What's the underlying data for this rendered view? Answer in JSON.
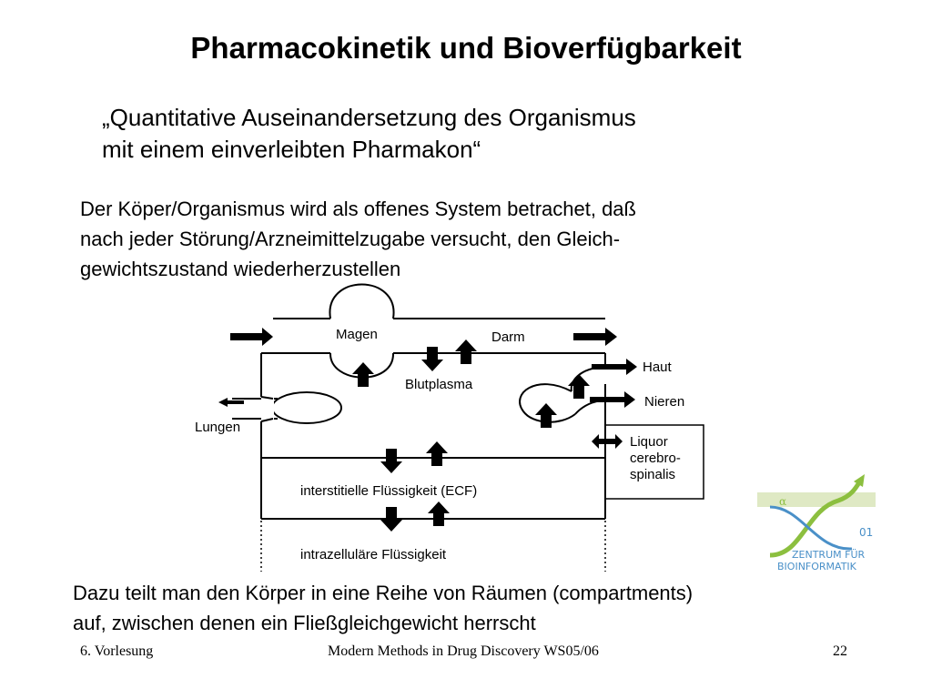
{
  "slide": {
    "title": "Pharmacokinetik und Bioverfügbarkeit",
    "quote_lines": [
      "„Quantitative Auseinandersetzung des Organismus",
      "mit einem einverleibten Pharmakon“"
    ],
    "intro_lines": [
      "Der Köper/Organismus wird als offenes System betrachet, daß",
      "nach jeder Störung/Arzneimittelzugabe versucht, den Gleich-",
      "gewichtszustand wiederherzustellen"
    ],
    "outro_lines": [
      "Dazu teilt man den Körper in eine Reihe von Räumen (compartments)",
      "auf, zwischen denen ein Fließgleichgewicht herrscht"
    ]
  },
  "diagram": {
    "labels": {
      "magen": "Magen",
      "darm": "Darm",
      "blutplasma": "Blutplasma",
      "haut": "Haut",
      "nieren": "Nieren",
      "lungen": "Lungen",
      "liquor": [
        "Liquor",
        "cerebro-",
        "spinalis"
      ],
      "ecf": "interstitielle Flüssigkeit (ECF)",
      "icf": "intrazelluläre Flüssigkeit"
    },
    "colors": {
      "line": "#000000",
      "fill": "#ffffff"
    }
  },
  "logo": {
    "text_lines": [
      "ZENTRUM FÜR",
      "BIOINFORMATIK"
    ],
    "colors": {
      "green": "#8cbf3f",
      "blue": "#4a90c8"
    }
  },
  "footer": {
    "left": "6. Vorlesung",
    "center": "Modern Methods in Drug Discovery WS05/06",
    "right": "22"
  }
}
